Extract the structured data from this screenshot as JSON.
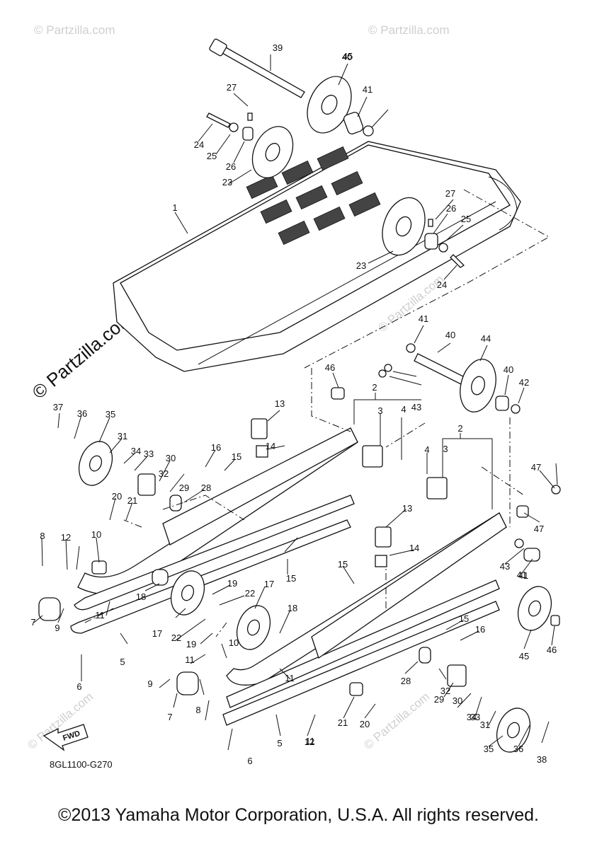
{
  "watermark": "© Partzilla.com",
  "diagram_code": "8GL1100-G270",
  "fwd_label": "FWD",
  "copyright": "©2013 Yamaha Motor Corporation, U.S.A. All rights reserved.",
  "callouts": [
    "1",
    "2",
    "2",
    "3",
    "3",
    "4",
    "4",
    "5",
    "5",
    "6",
    "6",
    "7",
    "7",
    "8",
    "8",
    "9",
    "9",
    "10",
    "10",
    "11",
    "11",
    "11",
    "11",
    "12",
    "12",
    "13",
    "13",
    "14",
    "14",
    "15",
    "15",
    "15",
    "15",
    "16",
    "16",
    "17",
    "17",
    "18",
    "18",
    "19",
    "19",
    "20",
    "20",
    "21",
    "21",
    "22",
    "22",
    "23",
    "23",
    "24",
    "24",
    "25",
    "25",
    "26",
    "26",
    "27",
    "27",
    "28",
    "28",
    "29",
    "29",
    "30",
    "30",
    "31",
    "31",
    "32",
    "32",
    "33",
    "33",
    "34",
    "34",
    "35",
    "35",
    "36",
    "36",
    "37",
    "38",
    "39",
    "40",
    "40",
    "40",
    "41",
    "41",
    "41",
    "41",
    "42",
    "43",
    "43",
    "44",
    "45",
    "45",
    "46",
    "46",
    "47",
    "47"
  ]
}
